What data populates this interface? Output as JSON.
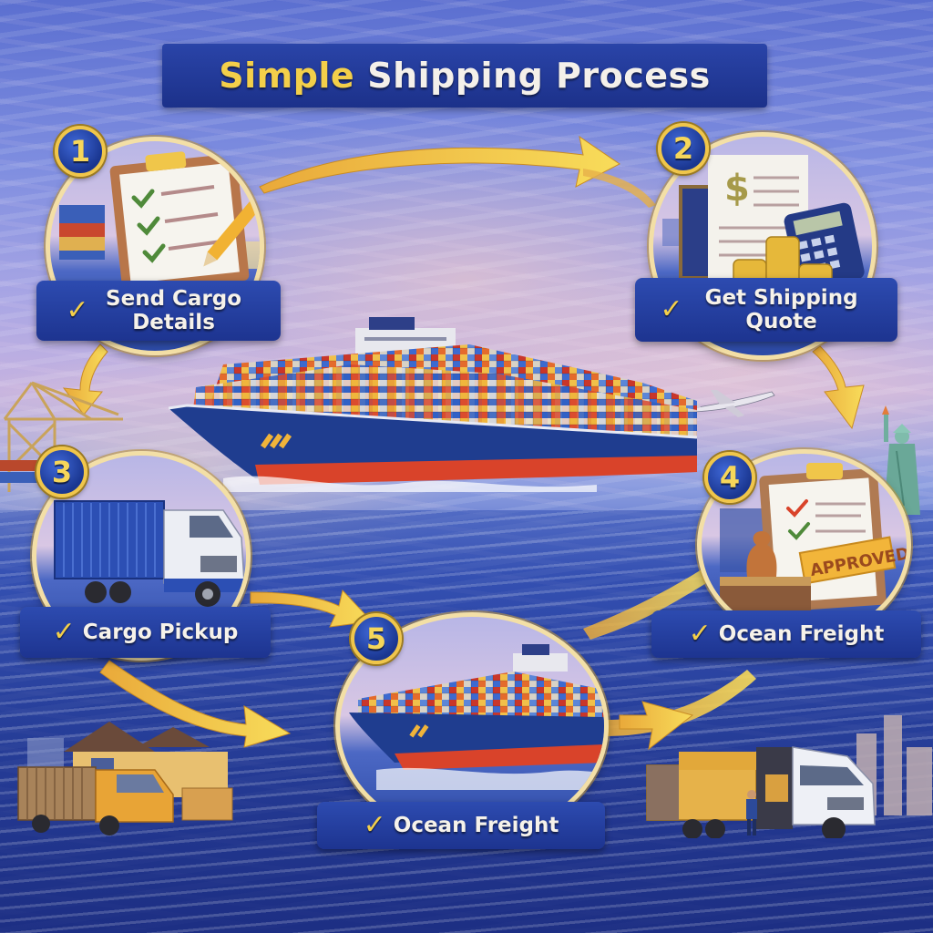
{
  "title": {
    "accent": "Simple",
    "main": "Shipping Process"
  },
  "steps": [
    {
      "number": "1",
      "label": "Send Cargo Details",
      "illustration": "clipboard-checklist-with-pencil"
    },
    {
      "number": "2",
      "label": "Get Shipping Quote",
      "illustration": "invoice-dollar-calculator-coins"
    },
    {
      "number": "3",
      "label": "Cargo Pickup",
      "illustration": "container-truck"
    },
    {
      "number": "4",
      "label": "Ocean Freight",
      "illustration": "approved-clipboard-stamp"
    },
    {
      "number": "5",
      "label": "Ocean Freight",
      "illustration": "container-ship"
    }
  ],
  "stamp_text": "APPROVED",
  "check_glyph": "✓",
  "colors": {
    "banner_blue": "#1f3694",
    "gold": "#f3cf4a",
    "arrow_gold": "#f5c642",
    "circle_rim": "#f3dfa6",
    "label_text": "#f6f2ea",
    "hull_blue": "#1e3a8a",
    "hull_red": "#d9432a"
  }
}
